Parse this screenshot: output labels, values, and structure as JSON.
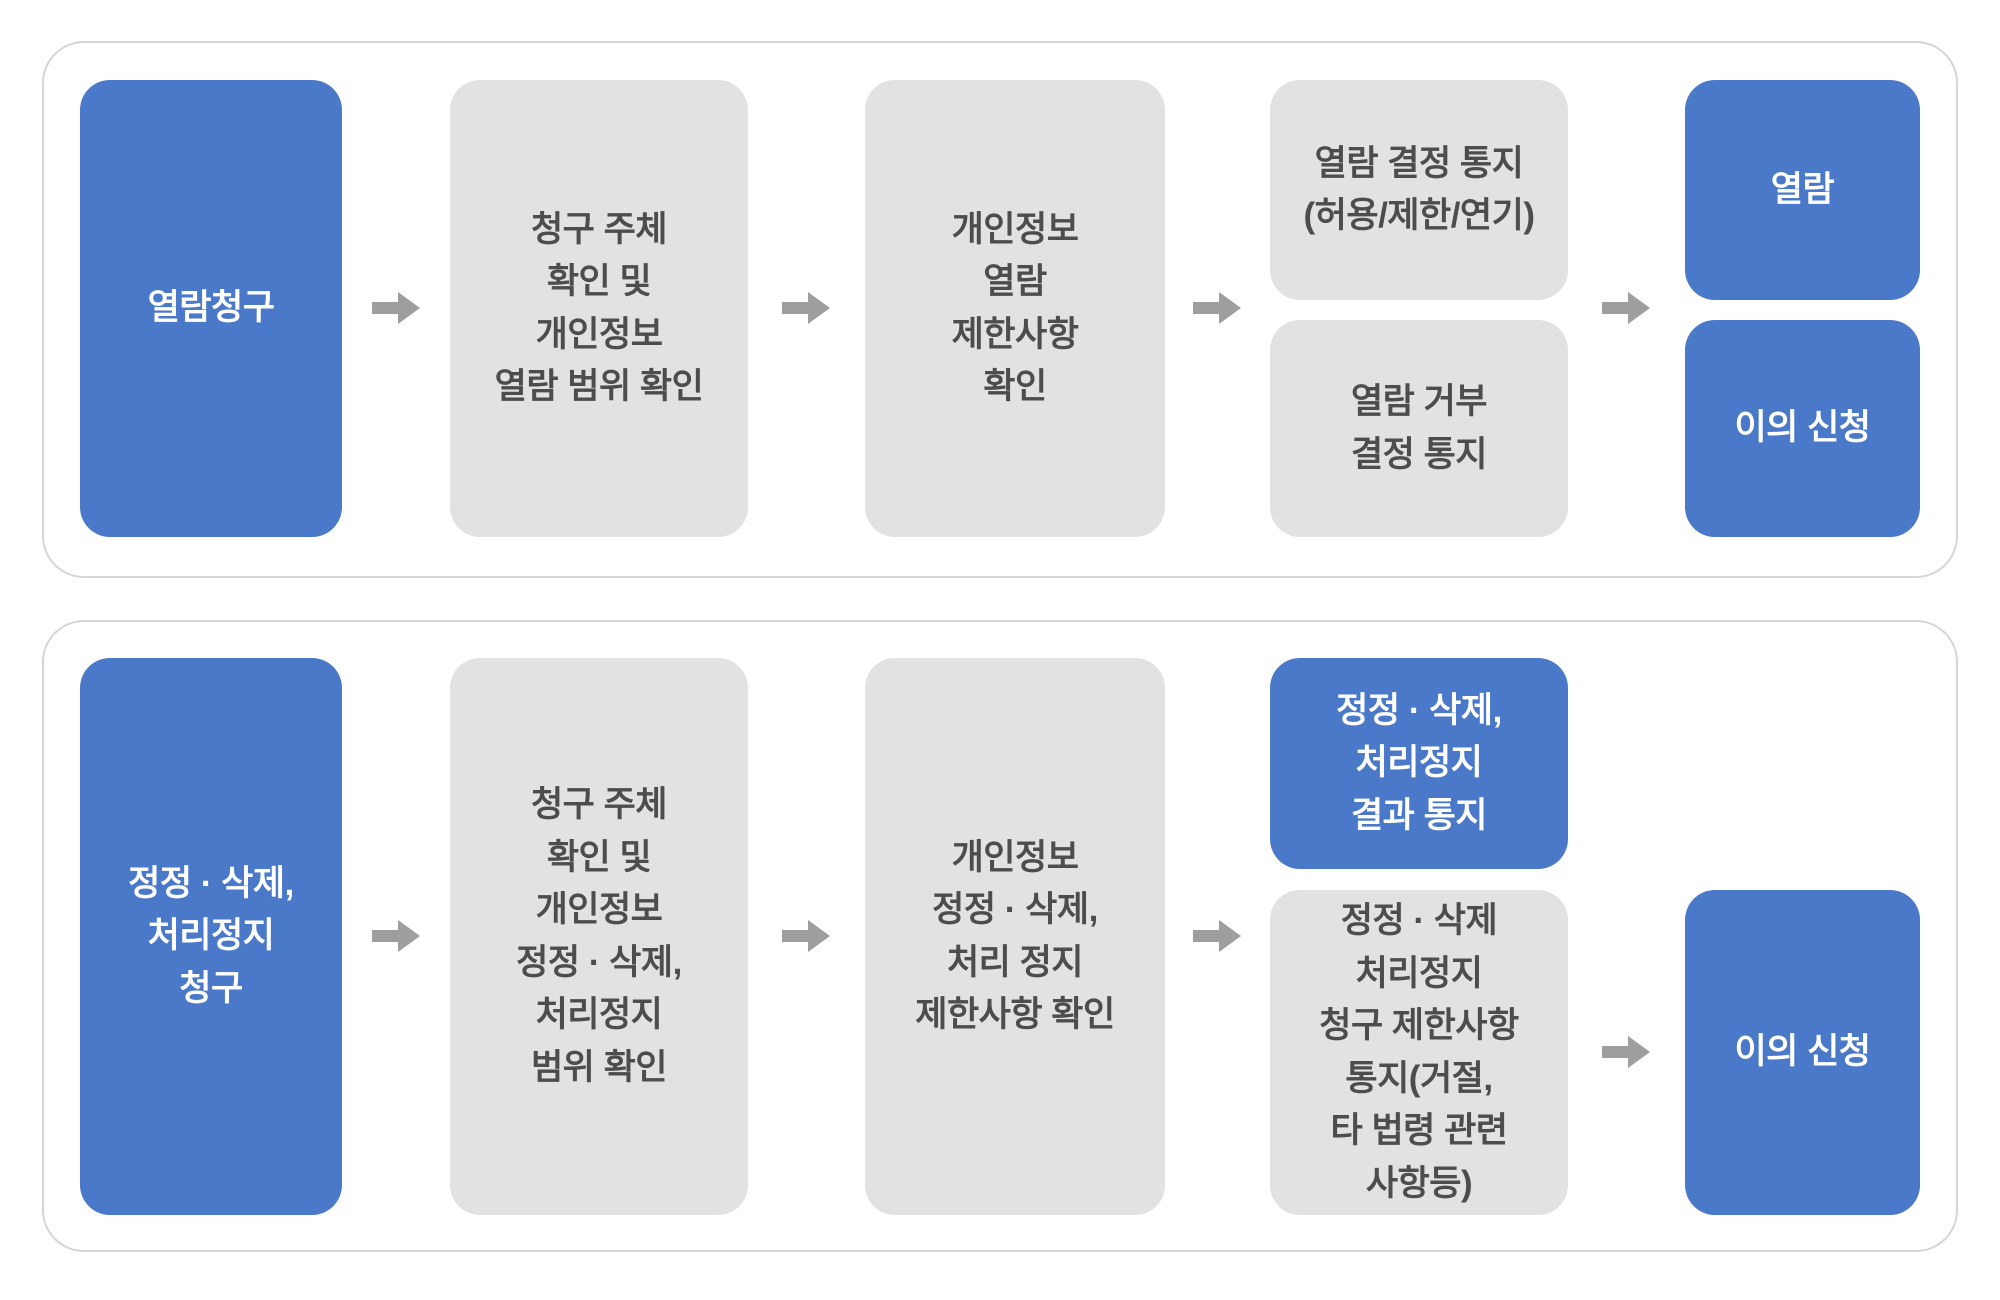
{
  "colors": {
    "primary_blue": "#4a79ca",
    "box_gray": "#e2e2e2",
    "arrow_gray": "#9e9e9e",
    "panel_border": "#d6d6d6",
    "text_dark": "#4d4d4d",
    "text_light": "#ffffff"
  },
  "icons": {
    "arrow": "arrow-right-icon"
  },
  "flows": [
    {
      "id": "access-request-flow",
      "steps": [
        {
          "label": "열람청구",
          "style": "primary"
        },
        {
          "label": "청구 주체\n확인 및\n개인정보\n열람 범위 확인",
          "style": "secondary"
        },
        {
          "label": "개인정보\n열람\n제한사항\n확인",
          "style": "secondary"
        },
        {
          "stack": [
            {
              "label": "열람 결정 통지\n(허용/제한/연기)",
              "style": "secondary"
            },
            {
              "label": "열람 거부\n결정 통지",
              "style": "secondary"
            }
          ]
        },
        {
          "stack": [
            {
              "label": "열람",
              "style": "primary"
            },
            {
              "label": "이의 신청",
              "style": "primary"
            }
          ]
        }
      ]
    },
    {
      "id": "correction-deletion-suspension-flow",
      "steps": [
        {
          "label": "정정 · 삭제,\n처리정지\n청구",
          "style": "primary"
        },
        {
          "label": "청구 주체\n확인 및\n개인정보\n정정 · 삭제,\n처리정지\n범위 확인",
          "style": "secondary"
        },
        {
          "label": "개인정보\n정정 · 삭제,\n처리 정지\n제한사항 확인",
          "style": "secondary"
        },
        {
          "stack": [
            {
              "label": "정정 · 삭제,\n처리정지\n결과 통지",
              "style": "primary"
            },
            {
              "label": "정정 · 삭제\n처리정지\n청구 제한사항\n통지(거절,\n타 법령 관련\n사항등)",
              "style": "secondary"
            }
          ]
        },
        {
          "label": "이의 신청",
          "style": "primary"
        }
      ]
    }
  ]
}
